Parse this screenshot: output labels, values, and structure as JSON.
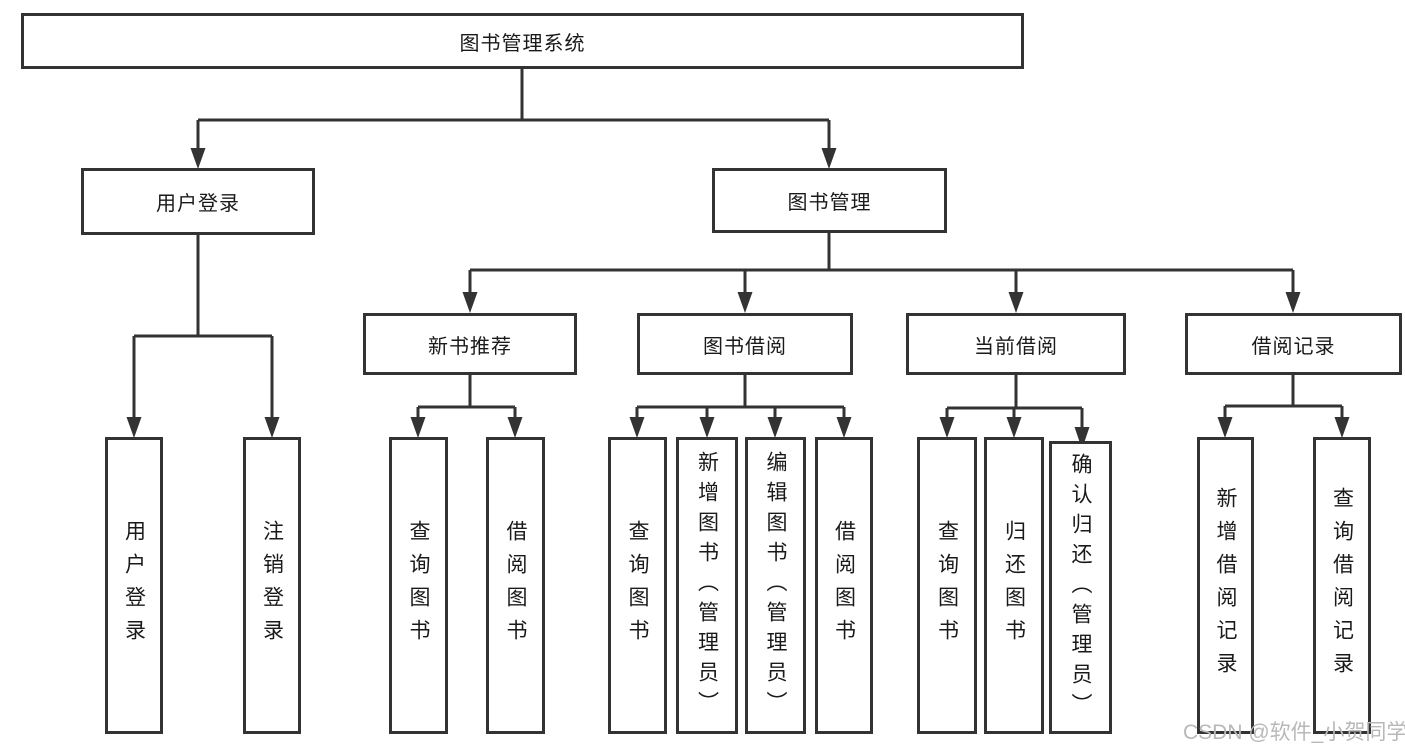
{
  "tree": {
    "label": "图书管理系统",
    "children": [
      {
        "label": "用户登录",
        "children": [
          {
            "label": "用户登录"
          },
          {
            "label": "注销登录"
          }
        ]
      },
      {
        "label": "图书管理",
        "children": [
          {
            "label": "新书推荐",
            "children": [
              {
                "label": "查询图书"
              },
              {
                "label": "借阅图书"
              }
            ]
          },
          {
            "label": "图书借阅",
            "children": [
              {
                "label": "查询图书"
              },
              {
                "label": "新增图书（管理员）"
              },
              {
                "label": "编辑图书（管理员）"
              },
              {
                "label": "借阅图书"
              }
            ]
          },
          {
            "label": "当前借阅",
            "children": [
              {
                "label": "查询图书"
              },
              {
                "label": "归还图书"
              },
              {
                "label": "确认归还（管理员）"
              }
            ]
          },
          {
            "label": "借阅记录",
            "children": [
              {
                "label": "新增借阅记录"
              },
              {
                "label": "查询借阅记录"
              }
            ]
          }
        ]
      }
    ]
  },
  "watermark": {
    "text": "CSDN @软件_小贺同学"
  },
  "colors": {
    "line": "#333333",
    "box_border": "#333333",
    "box_fill": "#ffffff",
    "text": "#1a1a1a",
    "watermark": "#b8b8b8",
    "background": "#ffffff"
  }
}
